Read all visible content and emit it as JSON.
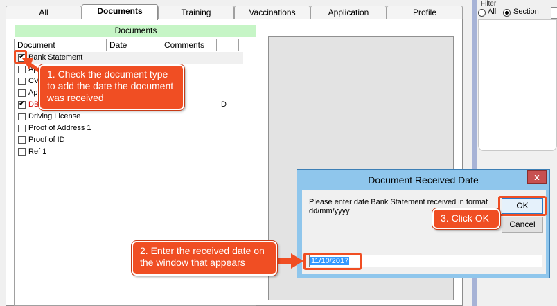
{
  "tabs": [
    "All",
    "Documents",
    "Training",
    "Vaccinations",
    "Application",
    "Profile"
  ],
  "active_tab": "Documents",
  "documents_header": "Documents",
  "columns": [
    "Document",
    "Date",
    "Comments"
  ],
  "rows": [
    {
      "label": "Bank Statement",
      "checked": true,
      "date": "",
      "comment": "",
      "red": false
    },
    {
      "label": "Ap",
      "checked": false,
      "date": "",
      "comment": "",
      "red": false
    },
    {
      "label": "CV",
      "checked": false,
      "date": "",
      "comment": "",
      "red": false
    },
    {
      "label": "App",
      "checked": false,
      "date": "",
      "comment": "",
      "red": false
    },
    {
      "label": "DB",
      "checked": true,
      "date": "",
      "comment": "D",
      "red": true
    },
    {
      "label": "Driving License",
      "checked": false,
      "date": "",
      "comment": "",
      "red": false
    },
    {
      "label": "Proof of Address 1",
      "checked": false,
      "date": "",
      "comment": "",
      "red": false
    },
    {
      "label": "Proof of ID",
      "checked": false,
      "date": "",
      "comment": "",
      "red": false
    },
    {
      "label": "Ref 1",
      "checked": false,
      "date": "",
      "comment": "",
      "red": false
    }
  ],
  "filter": {
    "legend": "Filter",
    "all_label": "All",
    "section_label": "Section",
    "selected": "Section"
  },
  "dialog": {
    "title": "Document Received Date",
    "close": "x",
    "message": "Please enter date Bank Statement  received in format dd/mm/yyyy",
    "ok_label": "OK",
    "cancel_label": "Cancel",
    "date_value": "11/10/2017"
  },
  "callouts": {
    "step1": "1. Check the document type to add the date the document was received",
    "step2": "2. Enter the received date on the window that appears",
    "step3": "3. Click OK"
  },
  "colors": {
    "callout": "#f04e23",
    "dialog_frame": "#8fc6ec",
    "header_green": "#c6f5c6",
    "selection": "#3399ff"
  }
}
